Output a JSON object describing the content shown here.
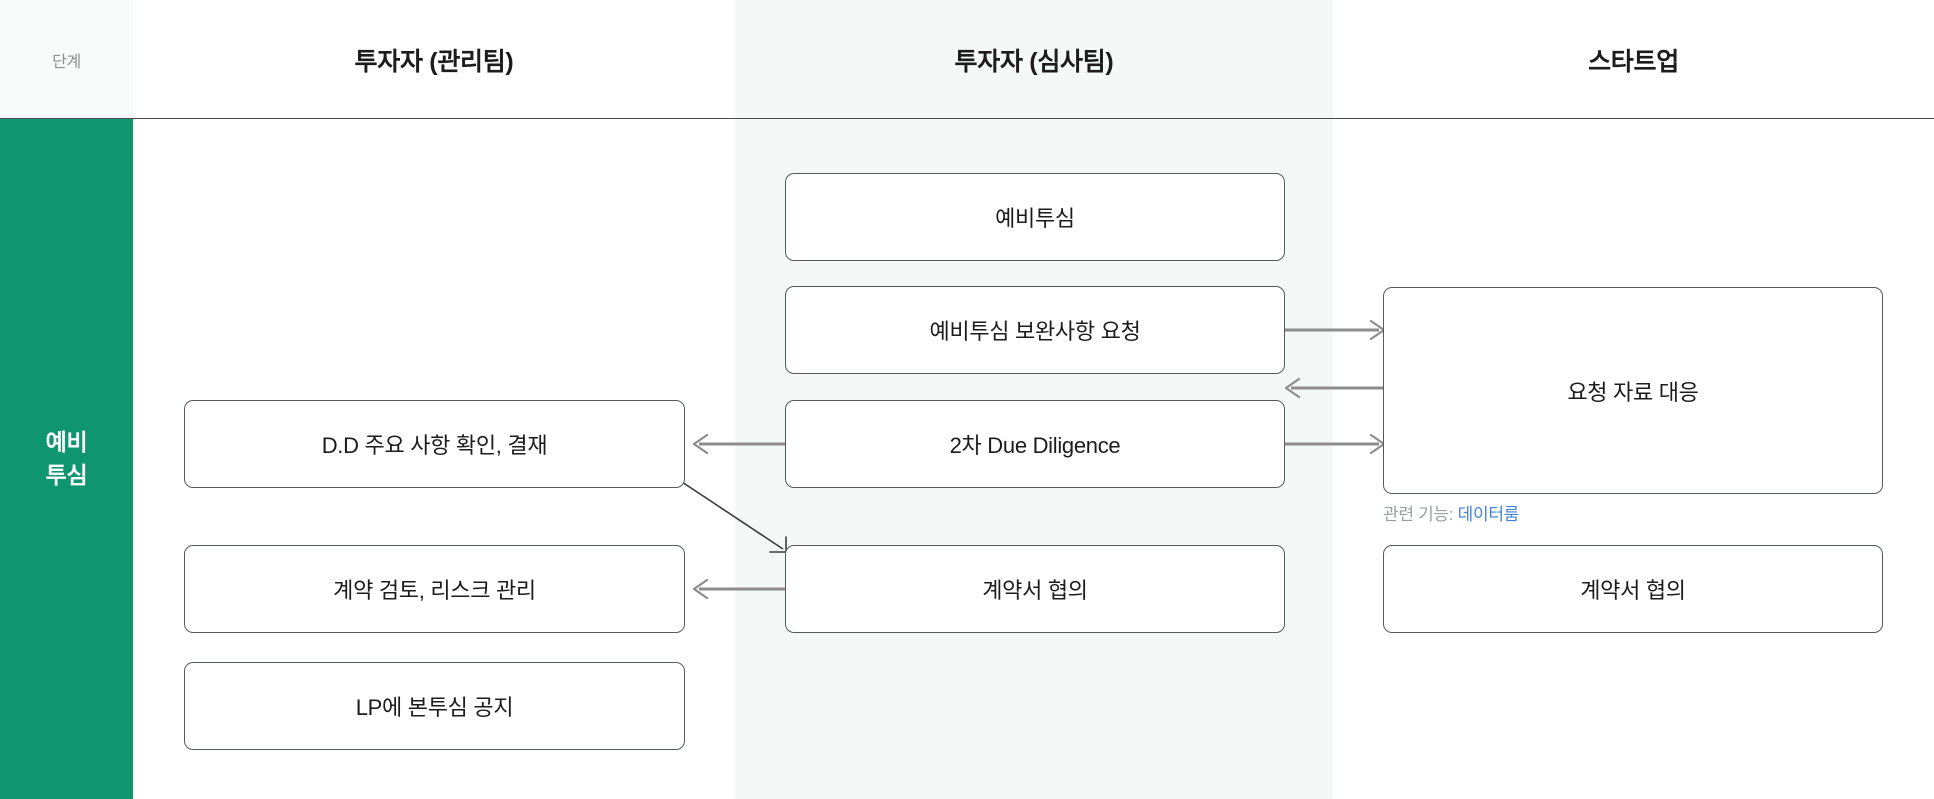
{
  "header": {
    "stage_label": "단계",
    "columns": [
      {
        "id": "manage",
        "label": "투자자 (관리팀)"
      },
      {
        "id": "review",
        "label": "투자자 (심사팀)"
      },
      {
        "id": "startup",
        "label": "스타트업"
      }
    ]
  },
  "stage": {
    "name_line1": "예비",
    "name_line2": "투심",
    "color": "#0f9670"
  },
  "columns": {
    "manage": {
      "nodes": [
        {
          "id": "dd-approval",
          "label": "D.D 주요 사항 확인, 결재"
        },
        {
          "id": "contract-review",
          "label": "계약 검토, 리스크 관리"
        },
        {
          "id": "lp-notice",
          "label": "LP에 본투심 공지"
        }
      ]
    },
    "review": {
      "nodes": [
        {
          "id": "pre-review",
          "label": "예비투심"
        },
        {
          "id": "pre-review-supplement",
          "label": "예비투심 보완사항 요청"
        },
        {
          "id": "second-dd",
          "label": "2차 Due Diligence"
        },
        {
          "id": "contract-nego",
          "label": "계약서 협의"
        }
      ]
    },
    "startup": {
      "nodes": [
        {
          "id": "material-response",
          "label": "요청 자료 대응"
        },
        {
          "id": "contract-nego-su",
          "label": "계약서 협의"
        }
      ],
      "notes": [
        {
          "id": "dataroom-note",
          "prefix": "관련 기능: ",
          "link": "데이터룸",
          "link_color": "#4285d4"
        }
      ]
    }
  },
  "connectors": [
    {
      "id": "supplement-to-response",
      "from": "pre-review-supplement",
      "to": "material-response",
      "direction": "right"
    },
    {
      "id": "response-to-review",
      "from": "material-response",
      "to": "review-column",
      "direction": "left"
    },
    {
      "id": "seconddd-to-response",
      "from": "second-dd",
      "to": "material-response",
      "direction": "right"
    },
    {
      "id": "seconddd-to-ddapproval",
      "from": "second-dd",
      "to": "dd-approval",
      "direction": "left"
    },
    {
      "id": "ddapproval-to-nego",
      "from": "dd-approval",
      "to": "contract-nego",
      "direction": "diagonal-down-right"
    },
    {
      "id": "nego-to-contractreview",
      "from": "contract-nego",
      "to": "contract-review",
      "direction": "left"
    }
  ]
}
